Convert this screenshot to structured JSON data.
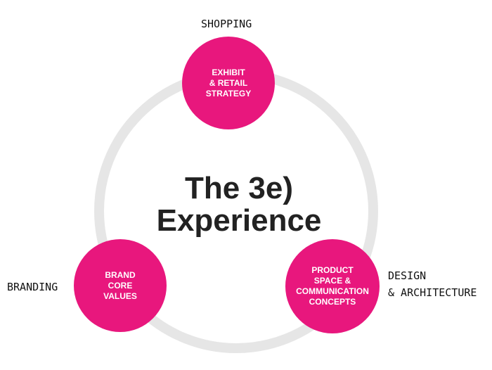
{
  "title": "The 3e)\nExperience",
  "nodes": [
    {
      "label": "EXHIBIT\n& RETAIL\nSTRATEGY",
      "tag": "SHOPPING"
    },
    {
      "label": "BRAND\nCORE\nVALUES",
      "tag": "BRANDING"
    },
    {
      "label": "PRODUCT\nSPACE &\nCOMMUNICATION\nCONCEPTS",
      "tag": "DESIGN\n& ARCHITECTURE"
    }
  ],
  "colors": {
    "node": "#e8177d",
    "ring": "#e6e6e6"
  }
}
